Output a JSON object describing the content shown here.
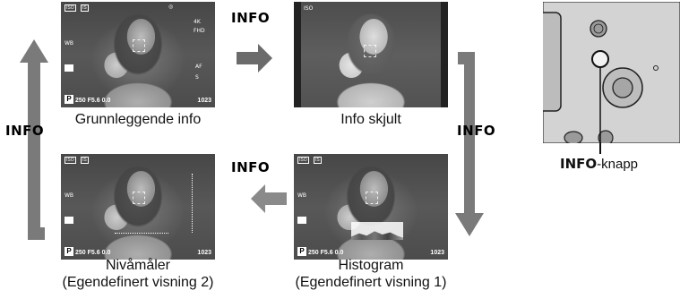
{
  "captions": {
    "basic": "Grunnleggende info",
    "hidden": "Info skjult",
    "level": "Nivåmåler",
    "level_sub": "(Egendefinert visning 2)",
    "histogram": "Histogram",
    "histogram_sub": "(Egendefinert visning 1)"
  },
  "info_labels": {
    "top": "INFO",
    "right": "INFO",
    "bottom": "INFO",
    "left": "INFO"
  },
  "button_caption": {
    "bold": "INFO",
    "rest": "-knapp"
  },
  "osd": {
    "shutter": "250",
    "aperture": "F5.6",
    "exposure": "0.0",
    "mode": "P",
    "shots": "1023"
  },
  "colors": {
    "arrow": "#6b6b6b",
    "arrow_light": "#8a8a8a"
  }
}
